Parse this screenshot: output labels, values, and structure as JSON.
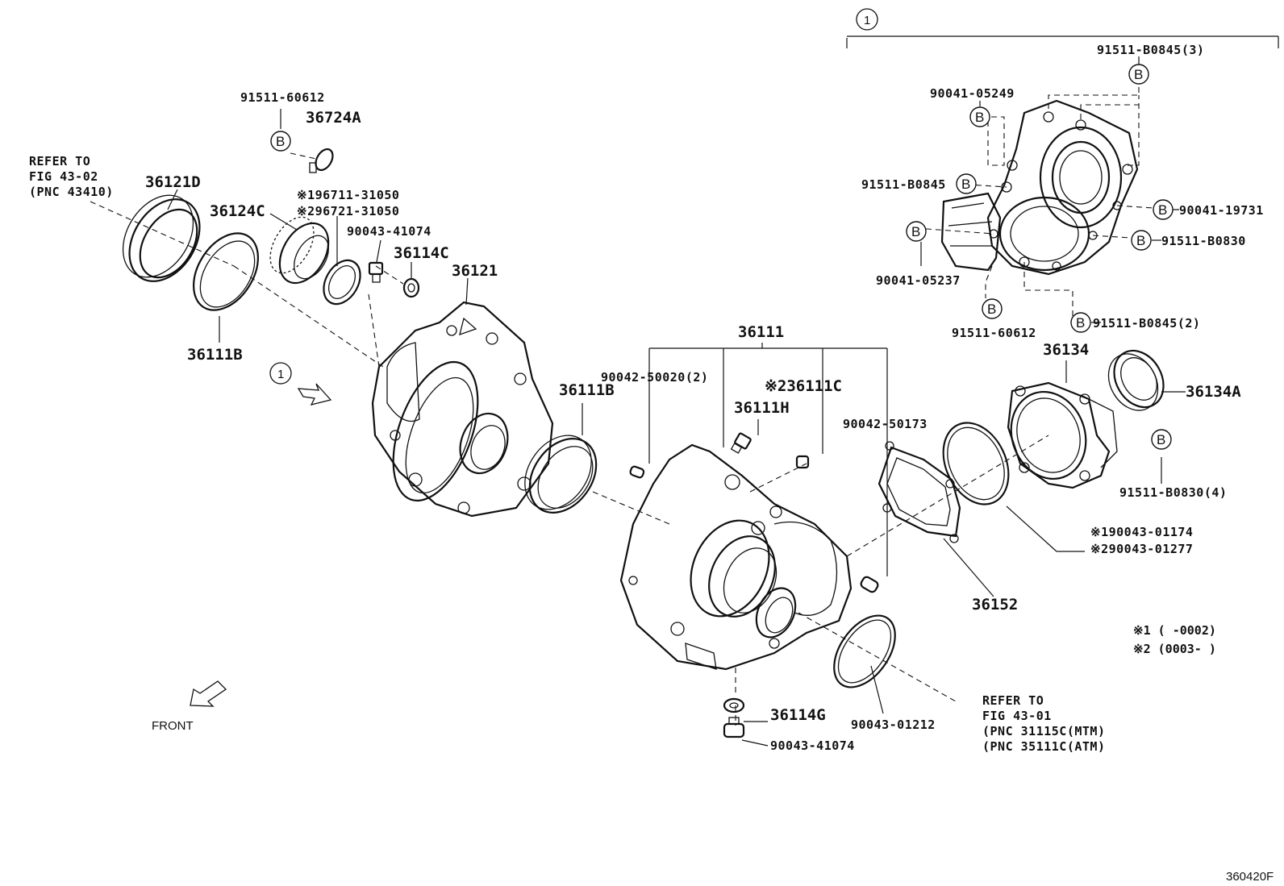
{
  "diagram": {
    "figure_code": "360420F",
    "front_label": "FRONT",
    "bolt_marker": "B",
    "group_marker": "①",
    "refer_top": {
      "line1": "REFER TO",
      "line2": "FIG 43-02",
      "line3": "(PNC 43410)"
    },
    "refer_bottom": {
      "line1": "REFER TO",
      "line2": "FIG 43-01",
      "line3": "(PNC 31115C(MTM)",
      "line4": "(PNC 35111C(ATM)"
    },
    "notes": {
      "n1": "※1 (     -0002)",
      "n2": "※2 (0003-     )"
    },
    "labels": {
      "p91511_60612_top": "91511-60612",
      "p36724A": "36724A",
      "p96711": "※196711-31050",
      "p96721": "※296721-31050",
      "p90043_41074_top": "90043-41074",
      "p36114C": "36114C",
      "p36121D": "36121D",
      "p36124C": "36124C",
      "p36121": "36121",
      "p36111B_left": "36111B",
      "p36111B_mid": "36111B",
      "p36111": "36111",
      "p90042_50020": "90042-50020(2)",
      "p36111C": "※236111C",
      "p36111H": "36111H",
      "p90042_50173": "90042-50173",
      "p36114G": "36114G",
      "p90043_41074_bot": "90043-41074",
      "p90043_01212": "90043-01212",
      "p36152": "36152",
      "p90043_01174": "※190043-01174",
      "p90043_01277": "※290043-01277",
      "p36134": "36134",
      "p36134A": "36134A",
      "p91511_B0830_4": "91511-B0830(4)",
      "p91511_B0845_3": "91511-B0845(3)",
      "p90041_05249": "90041-05249",
      "p91511_B0845": "91511-B0845",
      "p90041_19731": "90041-19731",
      "p91511_B0830": "91511-B0830",
      "p90041_05237": "90041-05237",
      "p91511_60612_inset": "91511-60612",
      "p91511_B0845_2": "91511-B0845(2)"
    }
  }
}
